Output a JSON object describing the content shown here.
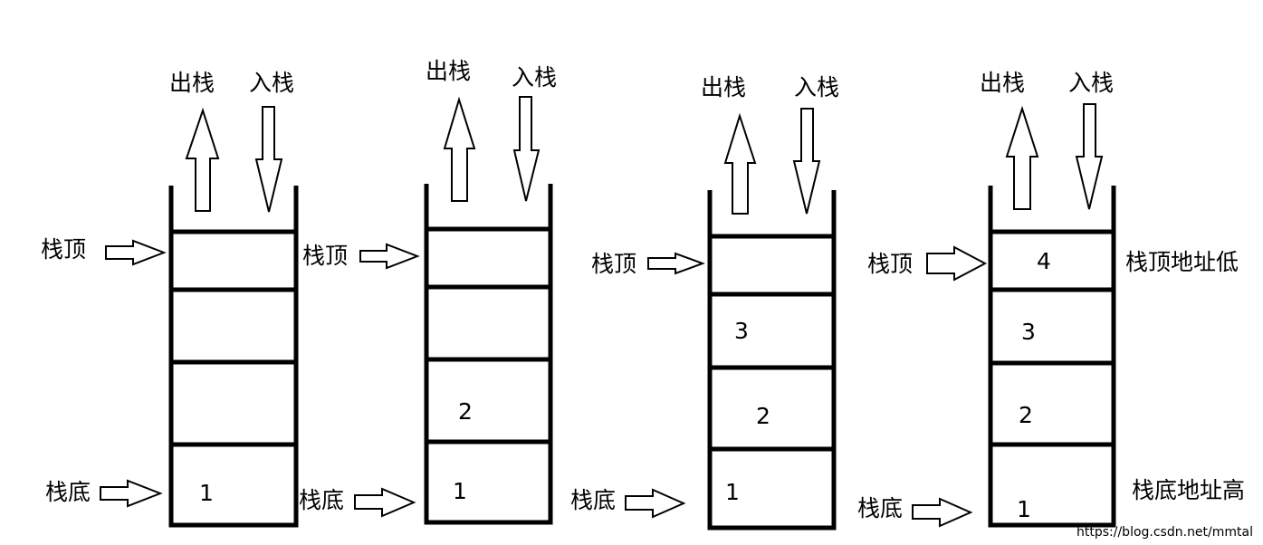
{
  "labels": {
    "pop": "出栈",
    "push": "入栈",
    "top": "栈顶",
    "bottom": "栈底",
    "top_addr": "栈顶地址低",
    "bottom_addr": "栈底地址高"
  },
  "stacks": [
    {
      "values": [
        "",
        "",
        "",
        "1"
      ]
    },
    {
      "values": [
        "",
        "",
        "2",
        "1"
      ]
    },
    {
      "values": [
        "",
        "3",
        "2",
        "1"
      ]
    },
    {
      "values": [
        "4",
        "3",
        "2",
        "1"
      ]
    }
  ],
  "watermark": "https://blog.csdn.net/mmtal"
}
